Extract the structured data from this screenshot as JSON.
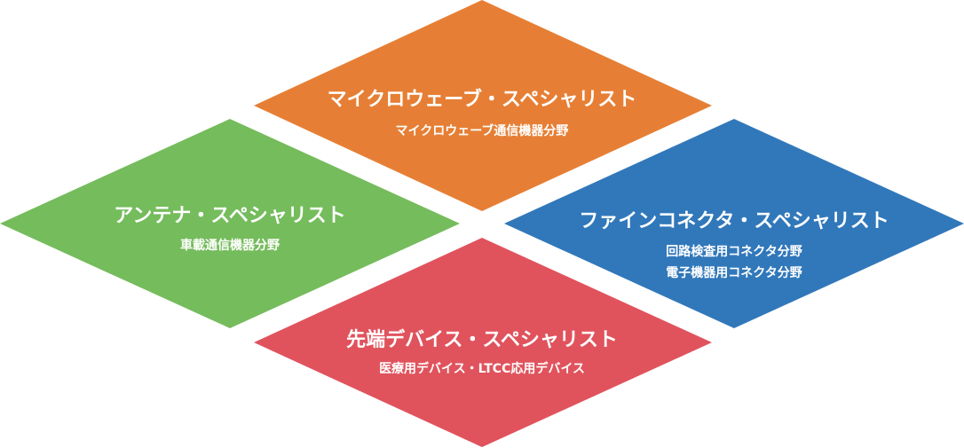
{
  "colors": {
    "top": "#E67F35",
    "left": "#75BC5C",
    "right": "#3178BA",
    "bottom": "#E0535D"
  },
  "top": {
    "title": "マイクロウェーブ・スペシャリスト",
    "sub1": "マイクロウェーブ通信機器分野"
  },
  "left": {
    "title": "アンテナ・スペシャリスト",
    "sub1": "車載通信機器分野"
  },
  "right": {
    "title": "ファインコネクタ・スペシャリスト",
    "sub1": "回路検査用コネクタ分野",
    "sub2": "電子機器用コネクタ分野"
  },
  "bottom": {
    "title": "先端デバイス・スペシャリスト",
    "sub1": "医療用デバイス・LTCC応用デバイス"
  }
}
